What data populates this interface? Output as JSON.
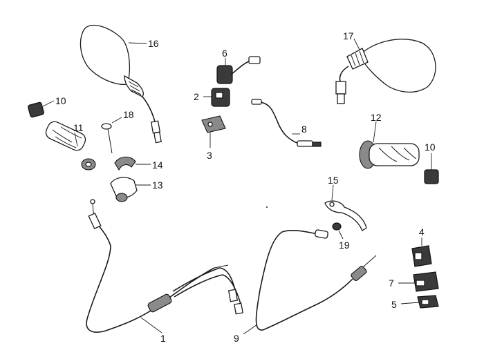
{
  "callouts": {
    "c1": "1",
    "c2": "2",
    "c3": "3",
    "c4": "4",
    "c5": "5",
    "c6": "6",
    "c7": "7",
    "c8": "8",
    "c9": "9",
    "c10a": "10",
    "c10b": "10",
    "c11": "11",
    "c12": "12",
    "c13": "13",
    "c14": "14",
    "c15": "15",
    "c16": "16",
    "c17": "17",
    "c18": "18",
    "c19": "19"
  }
}
